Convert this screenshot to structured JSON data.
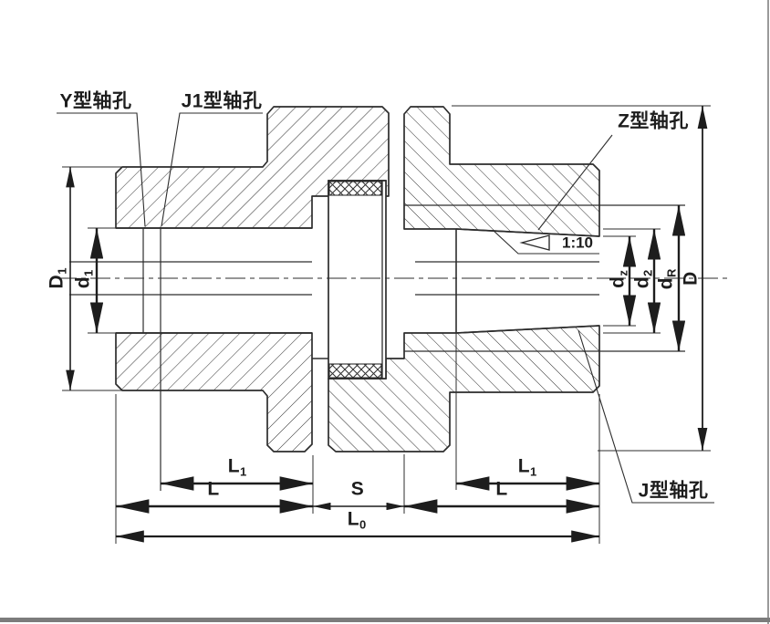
{
  "drawing": {
    "description": "coupling-section-drawing",
    "labels": {
      "y_type": "Y型轴孔",
      "j1_type": "J1型轴孔",
      "z_type": "Z型轴孔",
      "j_type": "J型轴孔",
      "taper_ratio": "1:10"
    },
    "dimensions": {
      "D1": {
        "main": "D",
        "sub": "1"
      },
      "d1": {
        "main": "d",
        "sub": "1"
      },
      "dz": {
        "main": "d",
        "sub": "z"
      },
      "d2": {
        "main": "d",
        "sub": "2"
      },
      "dR": {
        "main": "d",
        "sub": "R"
      },
      "D": {
        "main": "D",
        "sub": ""
      },
      "L1_left": {
        "main": "L",
        "sub": "1"
      },
      "L_left": {
        "main": "L",
        "sub": ""
      },
      "S": {
        "main": "S",
        "sub": ""
      },
      "L1_right": {
        "main": "L",
        "sub": "1"
      },
      "L_right": {
        "main": "L",
        "sub": ""
      },
      "L0": {
        "main": "L",
        "sub": "0"
      }
    },
    "colors": {
      "line": "#2d2d2d",
      "page_bar": "#7c7c7c"
    }
  }
}
